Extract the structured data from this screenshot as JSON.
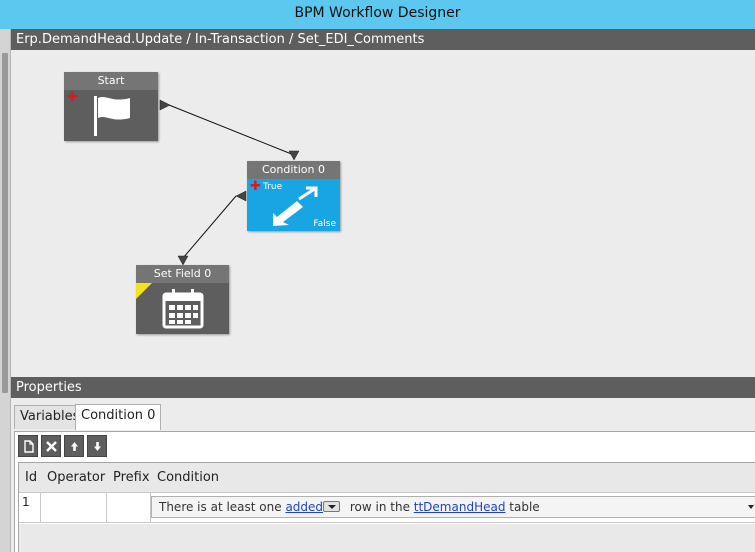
{
  "window": {
    "title": "BPM Workflow Designer"
  },
  "canvas": {
    "breadcrumb": "Erp.DemandHead.Update / In-Transaction / Set_EDI_Comments",
    "nodes": {
      "start": {
        "title": "Start",
        "icon": "flag-icon"
      },
      "condition": {
        "title": "Condition 0",
        "true_label": "True",
        "false_label": "False",
        "icon": "condition-arrows-icon"
      },
      "setfield": {
        "title": "Set Field 0",
        "icon": "calendar-grid-icon"
      }
    }
  },
  "properties": {
    "header": "Properties",
    "tabs": [
      "Variables",
      "Condition 0"
    ],
    "active_tab": "Condition 0",
    "toolbar": [
      "new-icon",
      "delete-icon",
      "move-up-icon",
      "move-down-icon"
    ],
    "grid": {
      "columns": [
        "Id",
        "Operator",
        "Prefix",
        "Condition"
      ],
      "rows": [
        {
          "id": "1",
          "operator": "",
          "prefix": "",
          "condition": {
            "text_before": "There is at least one ",
            "link_added": "added",
            "text_middle": " row in the ",
            "link_table": "ttDemandHead",
            "text_after": " table"
          }
        }
      ]
    }
  },
  "colors": {
    "title_bar": "#5cc7ef",
    "header_bar": "#5e5e5e",
    "condition_body": "#18a5e4",
    "plus_marker": "#e8141b",
    "link": "#1f43c4",
    "setfield_corner": "#f3e41a"
  }
}
